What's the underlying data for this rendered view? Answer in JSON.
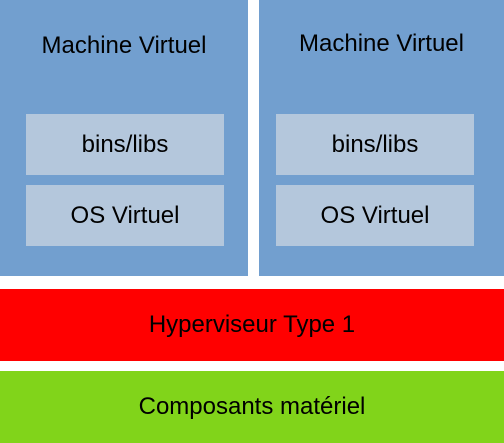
{
  "vms": [
    {
      "title": "Machine Virtuel",
      "bins": "bins/libs",
      "os": "OS Virtuel"
    },
    {
      "title": "Machine Virtuel",
      "bins": "bins/libs",
      "os": "OS Virtuel"
    }
  ],
  "hypervisor": {
    "label": "Hyperviseur Type 1"
  },
  "hardware": {
    "label": "Composants matériel"
  },
  "colors": {
    "vm": "#729fcf",
    "inner_box": "#b4c7dc",
    "hypervisor": "#ff0000",
    "hardware": "#81d41a"
  }
}
